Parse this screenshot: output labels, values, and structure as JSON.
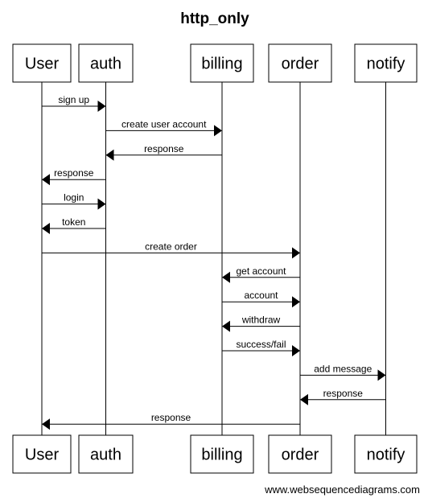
{
  "title": "http_only",
  "participants": [
    {
      "id": "user",
      "label": "User"
    },
    {
      "id": "auth",
      "label": "auth"
    },
    {
      "id": "billing",
      "label": "billing"
    },
    {
      "id": "order",
      "label": "order"
    },
    {
      "id": "notify",
      "label": "notify"
    }
  ],
  "messages": [
    {
      "from": "user",
      "to": "auth",
      "label": "sign up"
    },
    {
      "from": "auth",
      "to": "billing",
      "label": "create user account"
    },
    {
      "from": "billing",
      "to": "auth",
      "label": "response"
    },
    {
      "from": "auth",
      "to": "user",
      "label": "response"
    },
    {
      "from": "user",
      "to": "auth",
      "label": "login"
    },
    {
      "from": "auth",
      "to": "user",
      "label": "token"
    },
    {
      "from": "user",
      "to": "order",
      "label": "create order"
    },
    {
      "from": "order",
      "to": "billing",
      "label": "get account"
    },
    {
      "from": "billing",
      "to": "order",
      "label": "account"
    },
    {
      "from": "order",
      "to": "billing",
      "label": "withdraw"
    },
    {
      "from": "billing",
      "to": "order",
      "label": "success/fail"
    },
    {
      "from": "order",
      "to": "notify",
      "label": "add message"
    },
    {
      "from": "notify",
      "to": "order",
      "label": "response"
    },
    {
      "from": "order",
      "to": "user",
      "label": "response"
    }
  ],
  "footer": "www.websequencediagrams.com"
}
